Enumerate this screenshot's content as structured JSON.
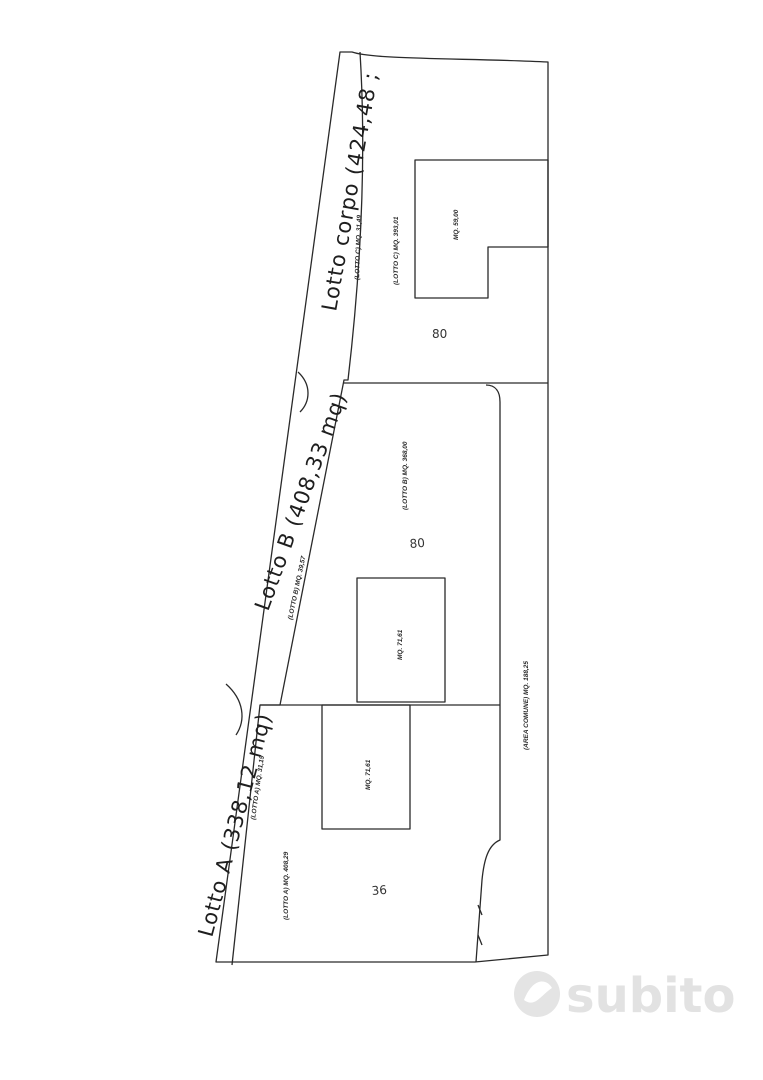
{
  "handwritten": {
    "lot_a": "Lotto A (338,12 mq)",
    "lot_b": "Lotto B (408,33 mq)",
    "lot_c": "Lotto corpo (424,48 ;",
    "num_lot_c": "80",
    "num_lot_b": "80",
    "num_lot_a": "36"
  },
  "labels": {
    "strip_a": "(LOTTO A)   MQ. 31,19",
    "strip_b": "(LOTTO B)   MQ. 39,57",
    "strip_c": "(LOTTO C)   MQ. 31,49",
    "lot_a_area": "(LOTTO A)   MQ. 408,29",
    "lot_b_area": "(LOTTO B)   MQ. 368,00",
    "lot_c_area": "(LOTTO C)   MQ. 393,01",
    "building_a": "MQ. 71,61",
    "building_b": "MQ. 71,61",
    "building_c": "MQ. 59,00",
    "common_area": "(AREA COMUNE)   MQ. 188,25"
  },
  "watermark": {
    "brand": "subito"
  }
}
